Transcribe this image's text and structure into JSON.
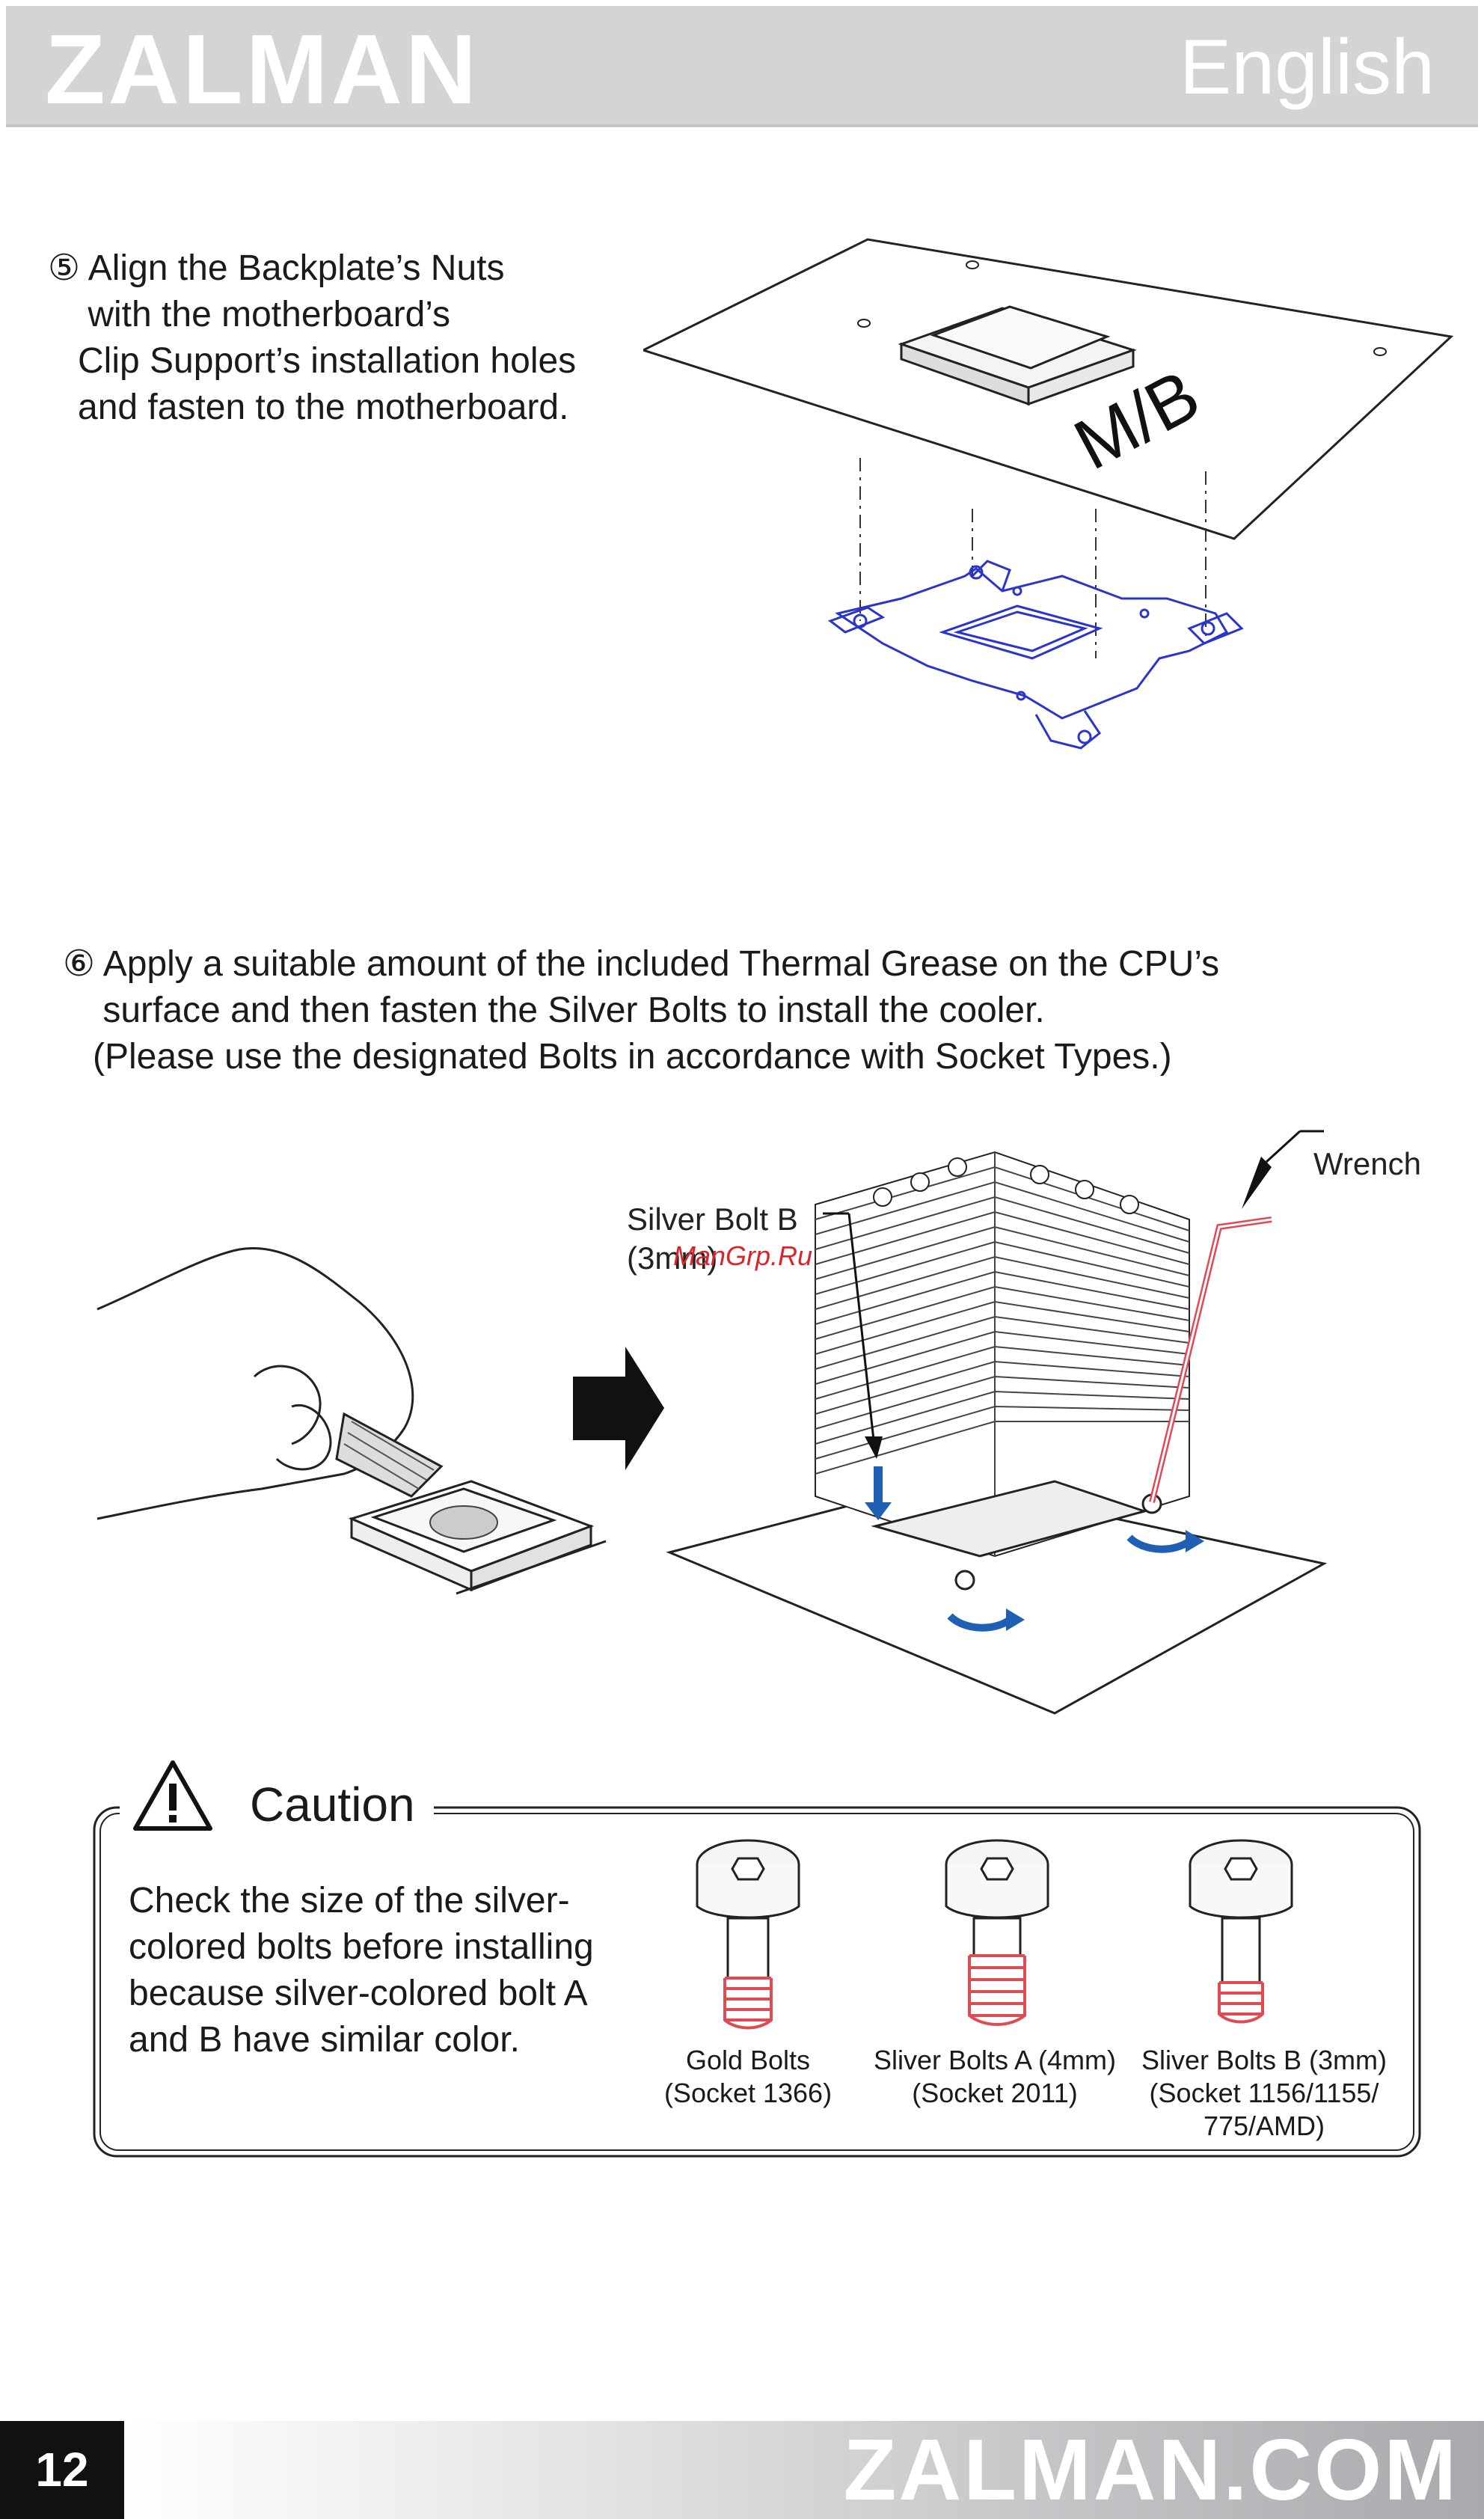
{
  "header": {
    "brand": "ZALMAN",
    "language": "English"
  },
  "step5": {
    "text": "⑤ Align the Backplate’s Nuts\n    with the motherboard’s\n   Clip Support’s installation holes\n   and fasten to the motherboard.",
    "board_label": "M/B"
  },
  "step6": {
    "text": "⑥ Apply a suitable amount of the included Thermal Grease on the CPU’s\n    surface and then fasten the Silver Bolts to install the cooler.\n   (Please use the designated Bolts in accordance with Socket Types.)",
    "bolt_callout": "Silver Bolt B\n(3mm)",
    "wrench_callout": "Wrench",
    "watermark": "ManGrp.Ru"
  },
  "caution": {
    "title": "Caution",
    "body": "Check the size of the silver-\ncolored bolts before installing\nbecause silver-colored bolt A\nand B have similar color.",
    "bolts": [
      {
        "label": "Gold Bolts\n(Socket 1366)"
      },
      {
        "label": "Sliver Bolts A (4mm)\n(Socket 2011)"
      },
      {
        "label": "Sliver Bolts B (3mm)\n(Socket 1156/1155/\n775/AMD)"
      }
    ]
  },
  "footer": {
    "page_number": "12",
    "url": "ZALMAN.COM"
  },
  "colors": {
    "header_bg": "#d4d4d6",
    "backplate_blue": "#2b35c9",
    "bolt_arrow_blue": "#1f5fb4",
    "thread_red": "#e04a52"
  }
}
